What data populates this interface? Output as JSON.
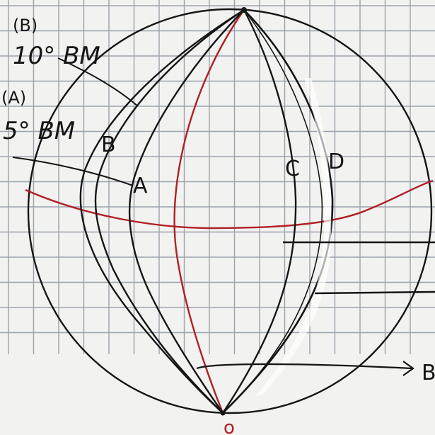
{
  "annotations": {
    "top_left_marker": "(B)",
    "top_left_value": "10° BM",
    "left_marker": "(A)",
    "left_value": "5° BM",
    "curve_label_b": "B",
    "curve_label_a": "A",
    "curve_label_c": "C",
    "curve_label_d": "D",
    "arrow_label": "B",
    "bottom_pole_label": "o"
  },
  "colors": {
    "paper": "#f2f2f0",
    "grid": "#9aa3ab",
    "ink": "#151515",
    "red_ink": "#b01f24"
  }
}
